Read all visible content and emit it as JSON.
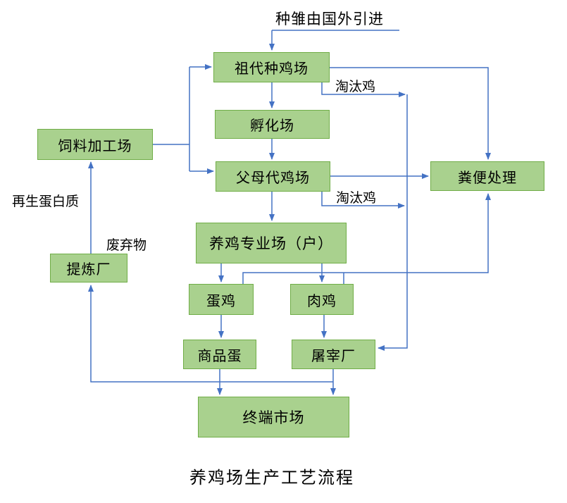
{
  "diagram": {
    "title": "养鸡场生产工艺流程",
    "source_label": "种雏由国外引进",
    "nodes": {
      "grandparent_farm": "祖代种鸡场",
      "hatchery": "孵化场",
      "parent_farm": "父母代鸡场",
      "feed_plant": "饲料加工场",
      "manure_treatment": "粪便处理",
      "raising_farm": "养鸡专业场（户）",
      "layer_chicken": "蛋鸡",
      "broiler_chicken": "肉鸡",
      "rendering_plant": "提炼厂",
      "commercial_eggs": "商品蛋",
      "slaughterhouse": "屠宰厂",
      "terminal_market": "终端市场"
    },
    "edge_labels": {
      "culled_chicken_top": "淘汰鸡",
      "culled_chicken_bottom": "淘汰鸡",
      "regenerated_protein": "再生蛋白质",
      "waste": "废弃物"
    },
    "colors": {
      "node_fill": "#a9d18e",
      "node_border": "#70ad47",
      "arrow": "#4472c4",
      "text": "#000000",
      "background": "#ffffff"
    }
  }
}
